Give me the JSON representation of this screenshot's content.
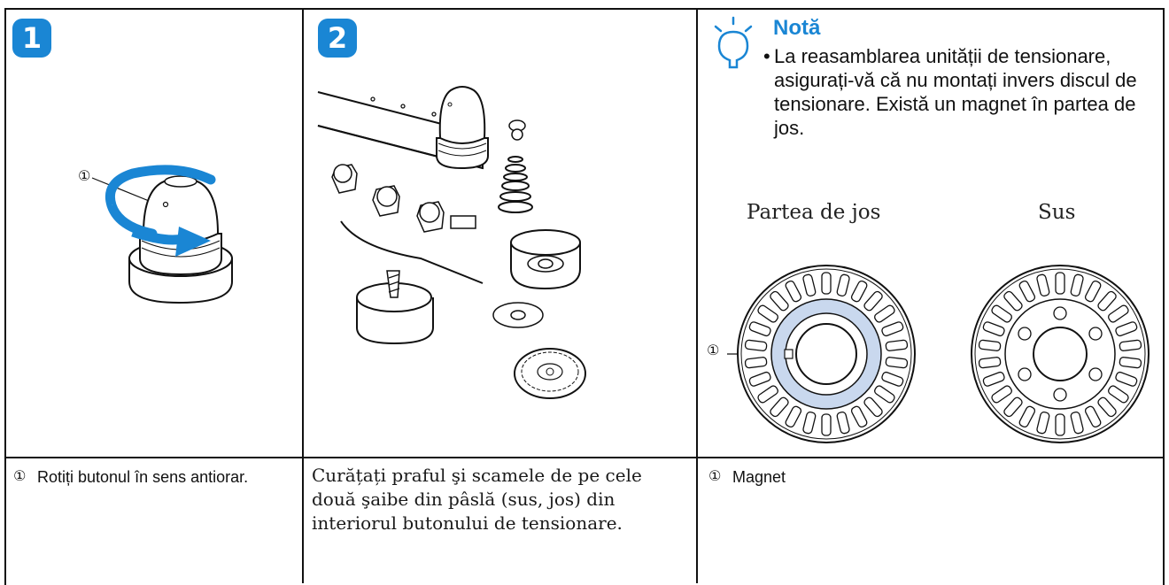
{
  "steps": [
    {
      "number": "1",
      "marker": "①",
      "caption": "Rotiți butonul în sens antiorar.",
      "callout": "①"
    },
    {
      "number": "2",
      "caption": "Curățați praful şi scamele de pe cele două şaibe din pâslă (sus, jos) din interiorul butonului de tensionare."
    }
  ],
  "note": {
    "title": "Notă",
    "bullet": "•",
    "text": "La reasamblarea unității de tensionare, asigurați-vă că nu montați invers discul de tensionare. Există un magnet în partea de jos.",
    "icon": "lightbulb-icon",
    "accent": "#1a86d4"
  },
  "discs": {
    "bottom_label": "Partea de jos",
    "top_label": "Sus",
    "callout": "①",
    "magnet_ring_color": "#c9d8ee"
  },
  "legend": {
    "marker": "①",
    "text": "Magnet"
  },
  "colors": {
    "accent": "#1a86d4",
    "rotation_arrow": "#1a86d4"
  }
}
